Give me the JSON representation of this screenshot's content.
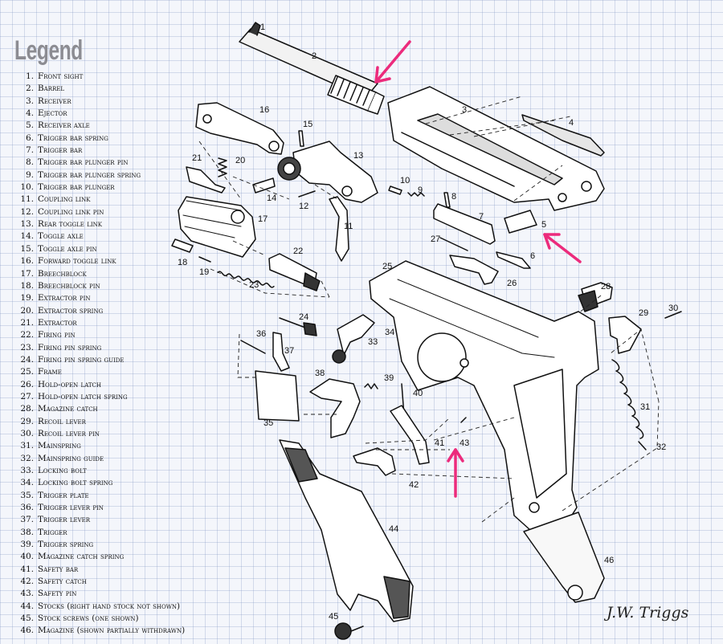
{
  "legend": {
    "title": "Legend",
    "items": [
      {
        "num": "1.",
        "label": "Front sight"
      },
      {
        "num": "2.",
        "label": "Barrel"
      },
      {
        "num": "3.",
        "label": "Receiver"
      },
      {
        "num": "4.",
        "label": "Ejector"
      },
      {
        "num": "5.",
        "label": "Receiver axle"
      },
      {
        "num": "6.",
        "label": "Trigger bar spring"
      },
      {
        "num": "7.",
        "label": "Trigger bar"
      },
      {
        "num": "8.",
        "label": "Trigger bar plunger pin"
      },
      {
        "num": "9.",
        "label": "Trigger bar plunger spring"
      },
      {
        "num": "10.",
        "label": "Trigger bar plunger"
      },
      {
        "num": "11.",
        "label": "Coupling link"
      },
      {
        "num": "12.",
        "label": "Coupling link pin"
      },
      {
        "num": "13.",
        "label": "Rear toggle link"
      },
      {
        "num": "14.",
        "label": "Toggle axle"
      },
      {
        "num": "15.",
        "label": "Toggle axle pin"
      },
      {
        "num": "16.",
        "label": "Forward toggle link"
      },
      {
        "num": "17.",
        "label": "Breechblock"
      },
      {
        "num": "18.",
        "label": "Breechblock pin"
      },
      {
        "num": "19.",
        "label": "Extractor pin"
      },
      {
        "num": "20.",
        "label": "Extractor spring"
      },
      {
        "num": "21.",
        "label": "Extractor"
      },
      {
        "num": "22.",
        "label": "Firing pin"
      },
      {
        "num": "23.",
        "label": "Firing pin spring"
      },
      {
        "num": "24.",
        "label": "Firing pin spring guide"
      },
      {
        "num": "25.",
        "label": "Frame"
      },
      {
        "num": "26.",
        "label": "Hold-open latch"
      },
      {
        "num": "27.",
        "label": "Hold-open latch spring"
      },
      {
        "num": "28.",
        "label": "Magazine catch"
      },
      {
        "num": "29.",
        "label": "Recoil lever"
      },
      {
        "num": "30.",
        "label": "Recoil lever pin"
      },
      {
        "num": "31.",
        "label": "Mainspring"
      },
      {
        "num": "32.",
        "label": "Mainspring guide"
      },
      {
        "num": "33.",
        "label": "Locking bolt"
      },
      {
        "num": "34.",
        "label": "Locking bolt spring"
      },
      {
        "num": "35.",
        "label": "Trigger plate"
      },
      {
        "num": "36.",
        "label": "Trigger lever pin"
      },
      {
        "num": "37.",
        "label": "Trigger lever"
      },
      {
        "num": "38.",
        "label": "Trigger"
      },
      {
        "num": "39.",
        "label": "Trigger spring"
      },
      {
        "num": "40.",
        "label": "Magazine catch spring"
      },
      {
        "num": "41.",
        "label": "Safety bar"
      },
      {
        "num": "42.",
        "label": "Safety catch"
      },
      {
        "num": "43.",
        "label": "Safety pin"
      },
      {
        "num": "44.",
        "label": "Stocks (right hand stock not shown)"
      },
      {
        "num": "45.",
        "label": "Stock screws (one shown)"
      },
      {
        "num": "46.",
        "label": "Magazine (shown partially withdrawn)"
      }
    ]
  },
  "callouts": [
    "1",
    "2",
    "3",
    "4",
    "5",
    "6",
    "7",
    "8",
    "9",
    "10",
    "11",
    "12",
    "13",
    "14",
    "15",
    "16",
    "17",
    "18",
    "19",
    "20",
    "21",
    "22",
    "23",
    "24",
    "25",
    "26",
    "27",
    "28",
    "29",
    "30",
    "31",
    "32",
    "33",
    "34",
    "35",
    "36",
    "37",
    "38",
    "39",
    "40",
    "41",
    "42",
    "43",
    "44",
    "45",
    "46"
  ],
  "signature": "J.W. Triggs",
  "colors": {
    "arrow": "#ec2b7c",
    "line": "#111111",
    "title": "#8c8c92"
  }
}
